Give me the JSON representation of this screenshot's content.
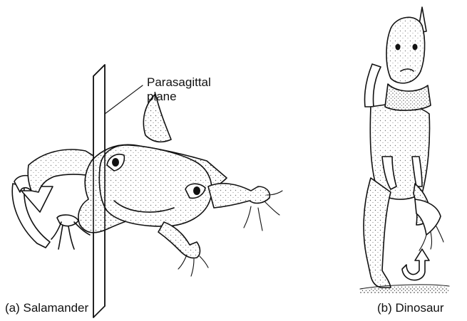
{
  "labels": {
    "plane_label_line1": "Parasagittal",
    "plane_label_line2": "plane",
    "caption_a": "(a) Salamander",
    "caption_b": "(b) Dinosaur"
  },
  "colors": {
    "ink": "#111111",
    "background": "#ffffff"
  },
  "icons": {
    "salamander_limb_arrow": "curved-arrow-down",
    "dinosaur_leg_arrow": "curved-arrow-up"
  }
}
